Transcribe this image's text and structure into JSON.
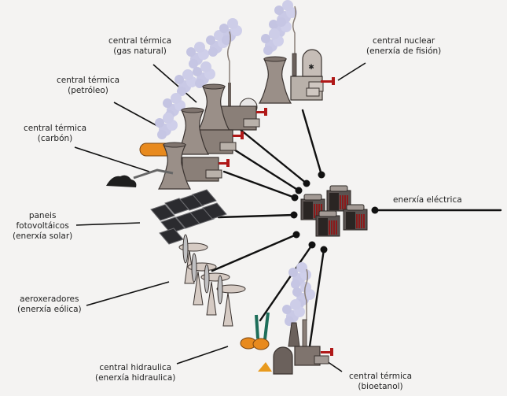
{
  "diagram": {
    "title": "",
    "hub": {
      "name": "transformers",
      "output_label": "enerxía eléctrica"
    },
    "sources": [
      {
        "id": "gas",
        "line1": "central térmica",
        "line2": "(gas natural)"
      },
      {
        "id": "petroleum",
        "line1": "central térmica",
        "line2": "(petróleo)"
      },
      {
        "id": "coal",
        "line1": "central térmica",
        "line2": "(carbón)"
      },
      {
        "id": "nuclear",
        "line1": "central nuclear",
        "line2": "(enerxía de fisión)"
      },
      {
        "id": "solar",
        "line1": "paneis",
        "line2": "fotovoltáicos",
        "line3": "(enerxía solar)"
      },
      {
        "id": "wind",
        "line1": "aeroxeradores",
        "line2": "(enerxía eólica)"
      },
      {
        "id": "hydro",
        "line1": "central hidraulica",
        "line2": "(enerxía hidraulica)"
      },
      {
        "id": "bioethanol",
        "line1": "central térmica",
        "line2": "(bioetanol)"
      }
    ],
    "colors": {
      "background": "#f4f3f2",
      "line": "#111111",
      "building": "#8a7f78",
      "building_light": "#b9b1aa",
      "smoke": "#c9c9e6",
      "pipe_red": "#b01818",
      "orange": "#e88a1e",
      "solar": "#2b2b2f",
      "turbine": "#d6cbc4",
      "transformer_dark": "#2a2523",
      "transformer_red": "#8a1a1a"
    }
  }
}
